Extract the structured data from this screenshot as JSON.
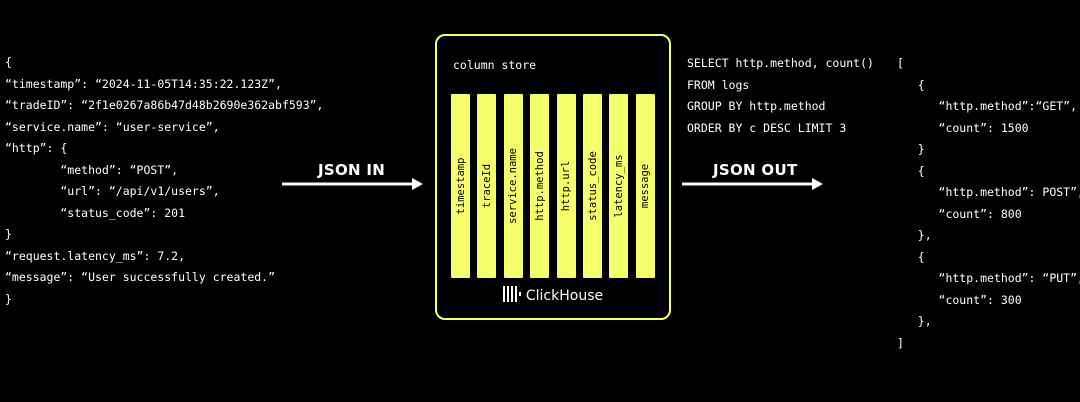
{
  "json_in": {
    "lines": [
      "{",
      "“timestamp”: “2024-11-05T14:35:22.123Z”,",
      "“tradeID”: “2f1e0267a86b47d48b2690e362abf593”,",
      "“service.name”: “user-service”,",
      "“http”: {",
      "        “method”: “POST”,",
      "        “url”: “/api/v1/users”,",
      "        “status_code”: 201",
      "}",
      "“request.latency_ms”: 7.2,",
      "“message”: “User successfully created.”",
      "}"
    ]
  },
  "in_label": "JSON IN",
  "store": {
    "title": "column store",
    "columns": [
      "timestamp",
      "traceId",
      "service.name",
      "http.method",
      "http.url",
      "status_code",
      "latency_ms",
      "message"
    ],
    "brand": "ClickHouse",
    "accent": "#f5ff6b"
  },
  "sql": {
    "lines": [
      "SELECT http.method, count()",
      "FROM logs",
      "GROUP BY http.method",
      "ORDER BY c DESC LIMIT 3"
    ]
  },
  "out_label": "JSON OUT",
  "json_out": {
    "lines": [
      "[",
      "   {",
      "      “http.method”:“GET”,",
      "      “count”: 1500",
      "   }",
      "   {",
      "      “http.method”: POST”,",
      "      “count”: 800",
      "   },",
      "   {",
      "      “http.method”: “PUT”,",
      "      “count”: 300",
      "   },",
      "]"
    ]
  }
}
